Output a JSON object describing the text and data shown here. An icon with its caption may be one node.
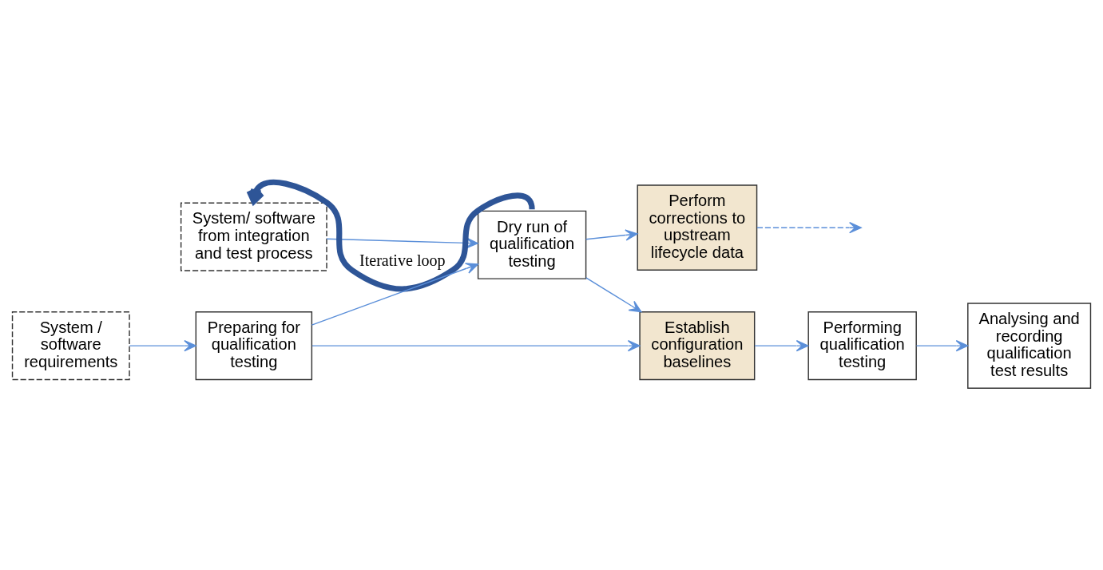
{
  "diagram": {
    "nodes": [
      {
        "text": [
          "Perform corrections to upstream lifecycle data"
        ]
      },
      {
        "text": [
          "System/ software from integration and test process"
        ]
      },
      {
        "text": [
          "Dry run of qualification testing"
        ]
      },
      {
        "text": [
          "System / software requirements"
        ]
      },
      {
        "text": [
          "Preparing for qualification testing"
        ]
      },
      {
        "text": [
          "Establish configuration baselines"
        ]
      },
      {
        "text": [
          "Performing qualification testing"
        ]
      },
      {
        "text": [
          "Analysing and recording qualification test results"
        ]
      }
    ],
    "edges": [
      {
        "from": 0,
        "to": null,
        "arrow": "to",
        "style": "dashed"
      },
      {
        "from": 1,
        "to": 2,
        "arrow": "to"
      },
      {
        "from": 3,
        "to": 4,
        "arrow": "to"
      },
      {
        "from": 4,
        "to": 2,
        "arrow": "to"
      },
      {
        "from": 4,
        "to": 5,
        "arrow": "to"
      },
      {
        "from": 2,
        "to": 5,
        "arrow": "to"
      },
      {
        "from": 2,
        "to": 0,
        "arrow": "to"
      },
      {
        "from": 5,
        "to": 6,
        "arrow": "to"
      },
      {
        "from": 6,
        "to": 7,
        "arrow": "to"
      },
      {
        "from": 2,
        "to": 1,
        "arrow": "to",
        "label": "Iterative loop",
        "style": "thick",
        "color": "#2e5597"
      }
    ]
  }
}
